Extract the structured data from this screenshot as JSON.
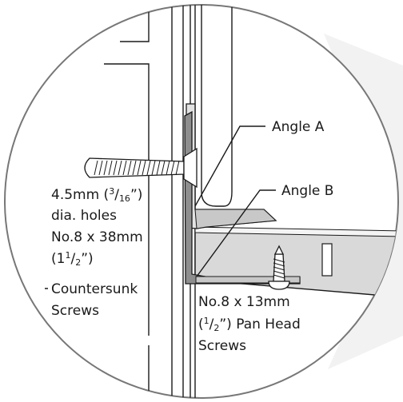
{
  "labels": {
    "angle_a": "Angle A",
    "angle_b": "Angle B",
    "holes": {
      "line1_pre": "4.5mm (",
      "line1_num": "3",
      "line1_slash": "/",
      "line1_den": "16",
      "line1_post": "”)",
      "line2": "dia. holes"
    },
    "countersunk": {
      "line1": "No.8 x 38mm",
      "line2_pre": "(1",
      "line2_num": "1",
      "line2_slash": "/",
      "line2_den": "2",
      "line2_post": "”)",
      "line3": "Countersunk",
      "line4": "Screws"
    },
    "pan_head": {
      "line1": "No.8 x 13mm",
      "line2_pre": "(",
      "line2_num": "1",
      "line2_slash": "/",
      "line2_den": "2",
      "line2_post": "”) Pan Head",
      "line3": "Screws"
    }
  },
  "colors": {
    "outline": "#1a1a1a",
    "metal_light": "#e3e3e3",
    "metal_mid": "#c8c8c8",
    "metal_dark": "#8e8e8e",
    "shelf_fill": "#d9d9d9",
    "background_beam": "#f2f2f2"
  }
}
